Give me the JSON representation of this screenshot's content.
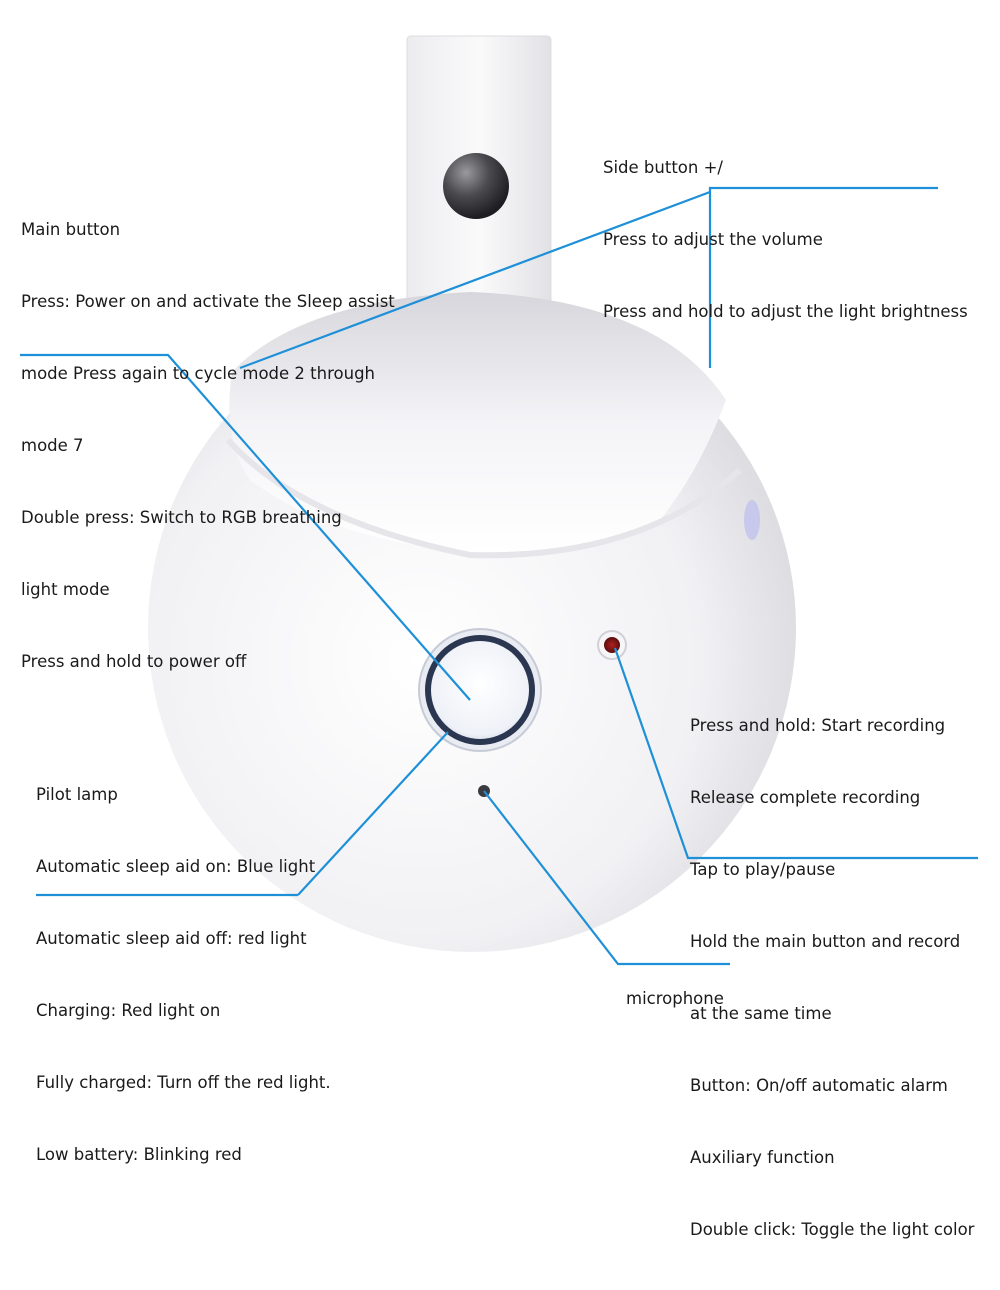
{
  "callouts": {
    "main_button": {
      "lines": [
        "Main button",
        "Press: Power on and activate the Sleep assist",
        "mode Press again to cycle mode 2 through",
        "mode 7",
        "Double press: Switch to RGB breathing",
        "light mode",
        "Press and hold to power off"
      ]
    },
    "side_button": {
      "lines": [
        "Side button +/",
        "Press to adjust the volume",
        "Press and hold to adjust the light brightness"
      ]
    },
    "record_button": {
      "lines": [
        "Press and hold: Start recording",
        "Release complete recording",
        "Tap to play/pause",
        "Hold the main button and record",
        "at the same time",
        "Button: On/off automatic alarm",
        "Auxiliary function",
        "Double click: Toggle the light color"
      ]
    },
    "pilot_lamp": {
      "lines": [
        "Pilot lamp",
        "Automatic sleep aid on: Blue light",
        "Automatic sleep aid off: red light",
        "Charging: Red light on",
        "Fully charged: Turn off the red light.",
        "Low battery: Blinking red"
      ]
    },
    "microphone": {
      "lines": [
        "microphone"
      ]
    }
  },
  "colors": {
    "leader_line": "#1e90d8",
    "text": "#1a1a1a",
    "device_body": "#f4f4f6",
    "button_ring": "#2b3650",
    "indicator": "#8b1a1a"
  }
}
